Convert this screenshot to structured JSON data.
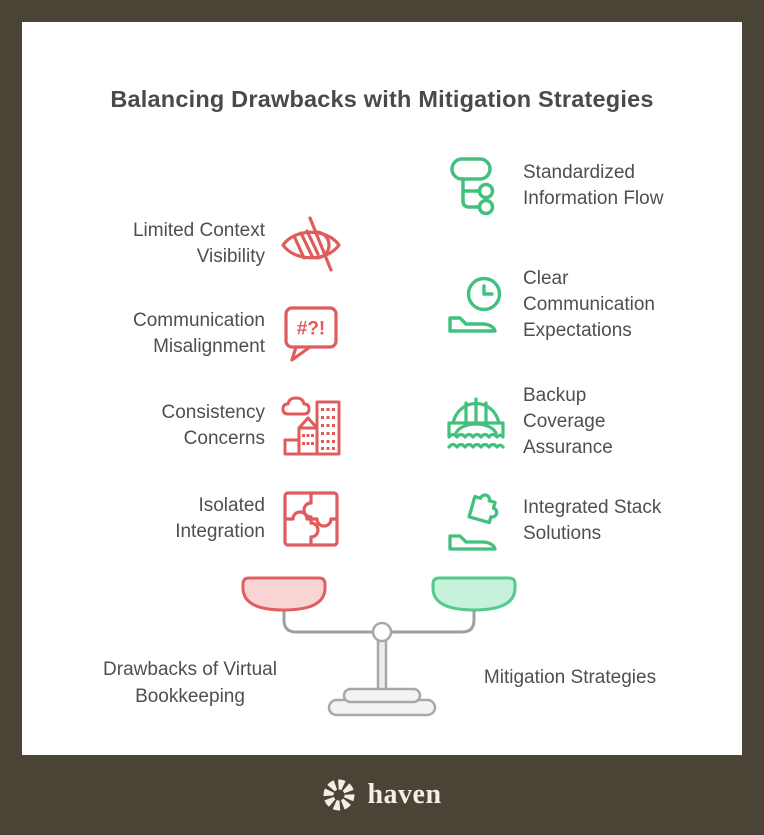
{
  "title": "Balancing Drawbacks with Mitigation Strategies",
  "drawbacks": {
    "side_label": "Drawbacks of Virtual Bookkeeping",
    "items": [
      {
        "label": "Limited Context Visibility",
        "icon": "eye-off-icon"
      },
      {
        "label": "Communication Misalignment",
        "icon": "speech-bubble-icon",
        "bubble_text": "#?!"
      },
      {
        "label": "Consistency Concerns",
        "icon": "city-buildings-icon"
      },
      {
        "label": "Isolated Integration",
        "icon": "puzzle-pieces-icon"
      }
    ]
  },
  "mitigations": {
    "side_label": "Mitigation Strategies",
    "items": [
      {
        "label": "Standardized Information Flow",
        "icon": "flowchart-icon"
      },
      {
        "label": "Clear Communication Expectations",
        "icon": "clock-hand-icon"
      },
      {
        "label": "Backup Coverage Assurance",
        "icon": "bridge-waves-icon"
      },
      {
        "label": "Integrated Stack Solutions",
        "icon": "puzzle-hand-icon"
      }
    ]
  },
  "scale": {
    "left_pan": "drawbacks",
    "right_pan": "mitigations"
  },
  "colors": {
    "frame_background": "#4a4437",
    "card_background": "#ffffff",
    "heading_text": "#4a4a4a",
    "body_text": "#4f4f4f",
    "drawback_accent": "#e05b5b",
    "drawback_pan_fill": "#f9d4d4",
    "mitigation_accent": "#42c07d",
    "mitigation_pan_fill": "#c6f1da",
    "scale_structure": "#9f9f9f",
    "footer_text": "#f3efe4"
  },
  "footer": {
    "brand": "haven",
    "logo_icon": "aperture-flower-icon"
  }
}
